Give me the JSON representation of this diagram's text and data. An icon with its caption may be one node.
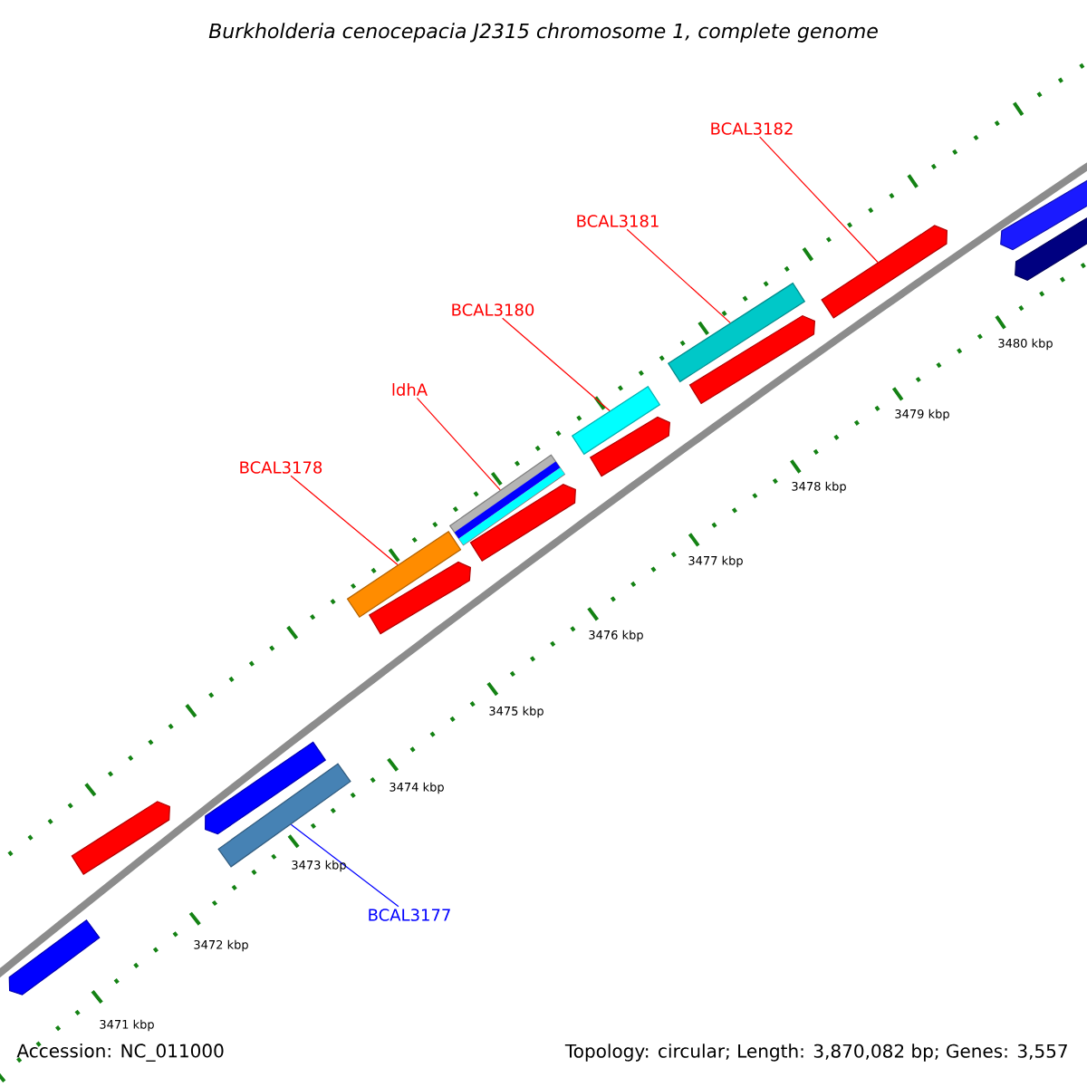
{
  "diagram": {
    "title": "Burkholderia cenocepacia J2315 chromosome 1, complete genome",
    "nodes": [
      {
        "text": [
          "BCAL3178"
        ]
      },
      {
        "text": [
          "ldhA"
        ]
      },
      {
        "text": [
          "BCAL3180"
        ]
      },
      {
        "text": [
          "BCAL3181"
        ]
      },
      {
        "text": [
          "BCAL3182"
        ]
      },
      {
        "text": [
          "BCAL3177"
        ]
      },
      {
        "text": [],
        "shape": "box"
      },
      {
        "text": [],
        "shape": "box"
      },
      {
        "text": [],
        "shape": "box"
      },
      {
        "text": [],
        "shape": "box"
      },
      {
        "text": [],
        "shape": "arrow"
      },
      {
        "text": [],
        "shape": "box"
      }
    ],
    "edges": [
      {
        "from": 0,
        "to": 6,
        "arrow": "none"
      },
      {
        "from": 1,
        "to": 7,
        "arrow": "none"
      },
      {
        "from": 2,
        "to": 8,
        "arrow": "none"
      },
      {
        "from": 3,
        "to": 9,
        "arrow": "none"
      },
      {
        "from": 4,
        "to": 10,
        "arrow": "none"
      },
      {
        "from": 5,
        "to": 11,
        "arrow": "none",
        "color": "#0000ff"
      }
    ],
    "labels": [
      "3471 kbp",
      "3472 kbp",
      "3473 kbp",
      "3474 kbp",
      "3475 kbp",
      "3476 kbp",
      "3477 kbp",
      "3478 kbp",
      "3479 kbp",
      "3480 kbp",
      "Accession: NC_011000",
      "Topology: circular; Length: 3,870,082 bp; Genes: 3,557"
    ]
  }
}
